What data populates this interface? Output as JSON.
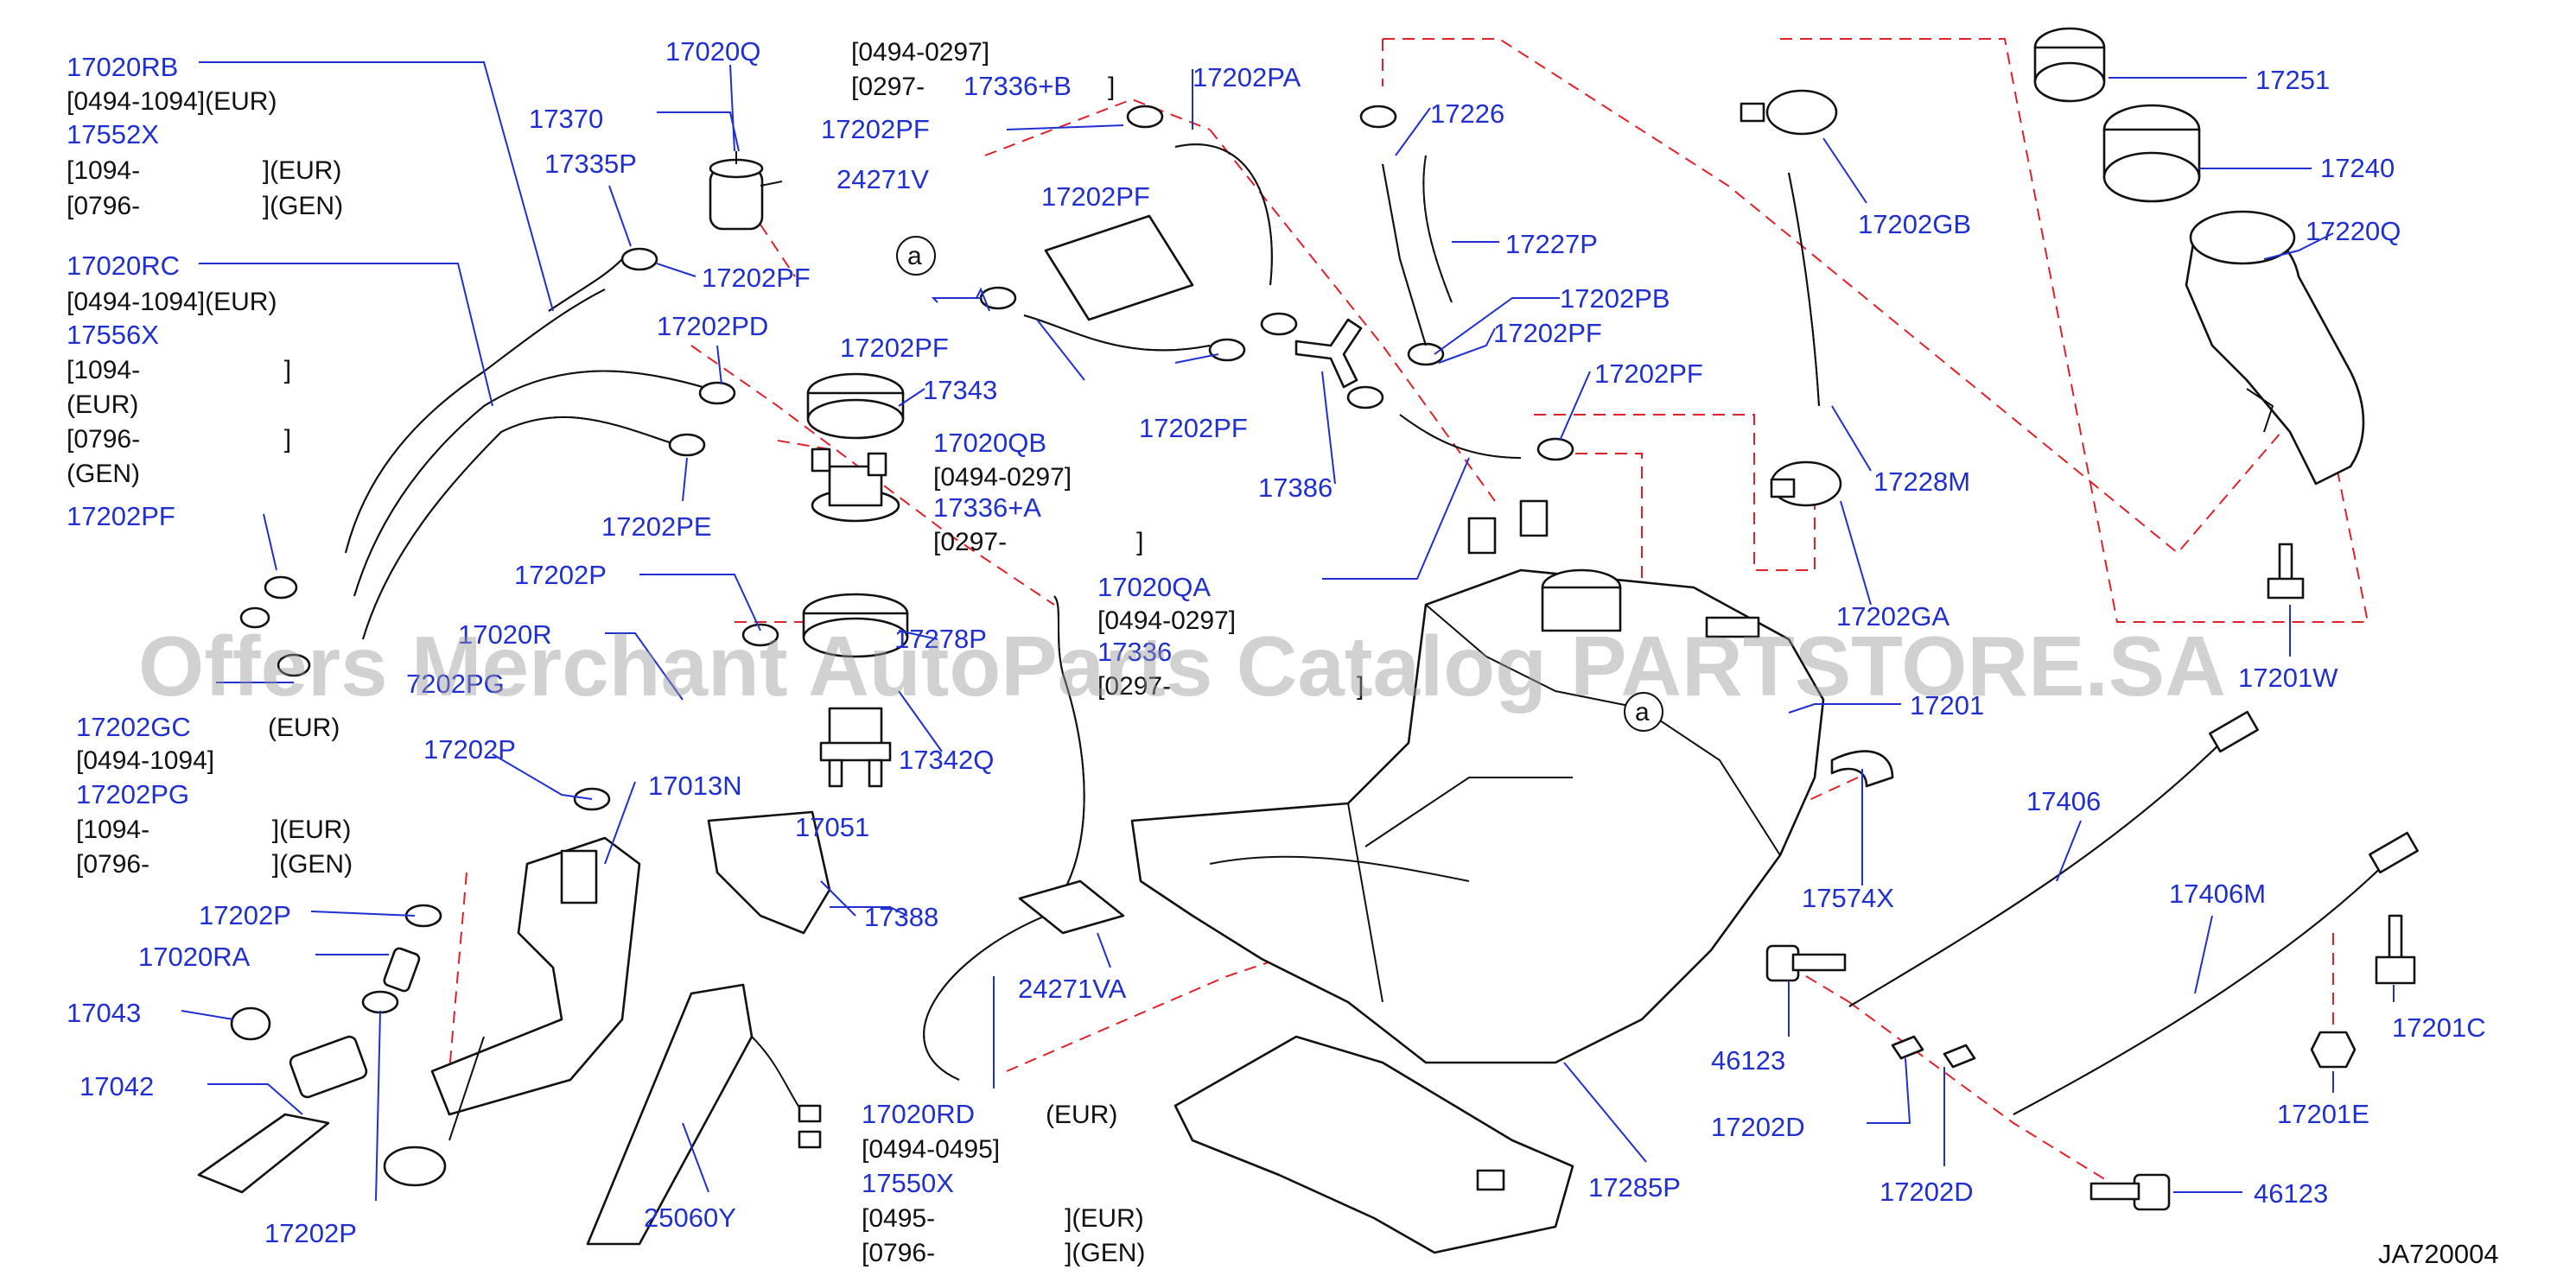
{
  "diagram_code": "JA720004",
  "watermark": "Offers Merchant AutoParts Catalog PARTSTORE.SA",
  "colors": {
    "label": "#1f2fd0",
    "detail": "#111111",
    "leader_dash": "#e0212a",
    "line_art": "#111111"
  },
  "labels": {
    "p17020RB": "17020RB",
    "p17020RB_d1": "[0494-1094](EUR)",
    "p17552X": "17552X",
    "p17552X_d1": "[1094-                 ](EUR)",
    "p17552X_d2": "[0796-                 ](GEN)",
    "p17020RC": "17020RC",
    "p17020RC_d1": "[0494-1094](EUR)",
    "p17556X": "17556X",
    "p17556X_d1": "[1094-                    ]",
    "p17556X_d2": "(EUR)",
    "p17556X_d3": "[0796-                    ]",
    "p17556X_d4": "(GEN)",
    "p17202PF_a": "17202PF",
    "p17020R": "17020R",
    "p7202PG": "7202PG",
    "p17202GC": "17202GC",
    "p17202GC_eur": "(EUR)",
    "p17202GC_d1": "[0494-1094]",
    "p17202PG": "17202PG",
    "p17202PG_d1": "[1094-                 ](EUR)",
    "p17202PG_d2": "[0796-                 ](GEN)",
    "p17202P_a": "17202P",
    "p17020RA": "17020RA",
    "p17043": "17043",
    "p17042": "17042",
    "p17202P_b": "17202P",
    "p17020Q": "17020Q",
    "p17370": "17370",
    "p17335P": "17335P",
    "p17202PF_b": "17202PF",
    "p17202PD": "17202PD",
    "p17202PE": "17202PE",
    "p17202P_c": "17202P",
    "p17202P_d": "17202P",
    "p17013N": "17013N",
    "p25060Y": "25060Y",
    "p0494_0297": "[0494-0297]",
    "p0297_a": "[0297-",
    "p17336B": "17336+B",
    "p0297_a_close": "]",
    "p17202PF_c": "17202PF",
    "p24271V": "24271V",
    "p17202PF_d": "17202PF",
    "p17202PF_e": "17202PF",
    "p17343": "17343",
    "p17020QB": "17020QB",
    "p17020QB_d1": "[0494-0297]",
    "p17336A": "17336+A",
    "p17336A_d1": "[0297-                  ]",
    "p17278P": "17278P",
    "p17342Q": "17342Q",
    "p17051": "17051",
    "p17388": "17388",
    "p24271VA": "24271VA",
    "p17020RD": "17020RD",
    "p17020RD_eur": "(EUR)",
    "p17020RD_d1": "[0494-0495]",
    "p17550X": "17550X",
    "p17550X_d1": "[0495-                  ](EUR)",
    "p17550X_d2": "[0796-                  ](GEN)",
    "p17202PA": "17202PA",
    "p17202PF_f": "17202PF",
    "p17386": "17386",
    "p17020QA": "17020QA",
    "p17020QA_d1": "[0494-0297]",
    "p17336_partial": "17336",
    "p0297_b": "[0297-",
    "p0297_b_close": "]",
    "p17226": "17226",
    "p17227P": "17227P",
    "p17202PB": "17202PB",
    "p17202PF_g": "17202PF",
    "p17202PF_h": "17202PF",
    "p17201": "17201",
    "p17574X": "17574X",
    "p46123_a": "46123",
    "p17202D_a": "17202D",
    "p17202D_b": "17202D",
    "p17285P": "17285P",
    "p17202GB": "17202GB",
    "p17228M": "17228M",
    "p17202GA": "17202GA",
    "p17251": "17251",
    "p17240": "17240",
    "p17220Q": "17220Q",
    "p17201W": "17201W",
    "p17406": "17406",
    "p17406M": "17406M",
    "p17201C": "17201C",
    "p17201E": "17201E",
    "p46123_b": "46123",
    "callout_a": "a"
  }
}
